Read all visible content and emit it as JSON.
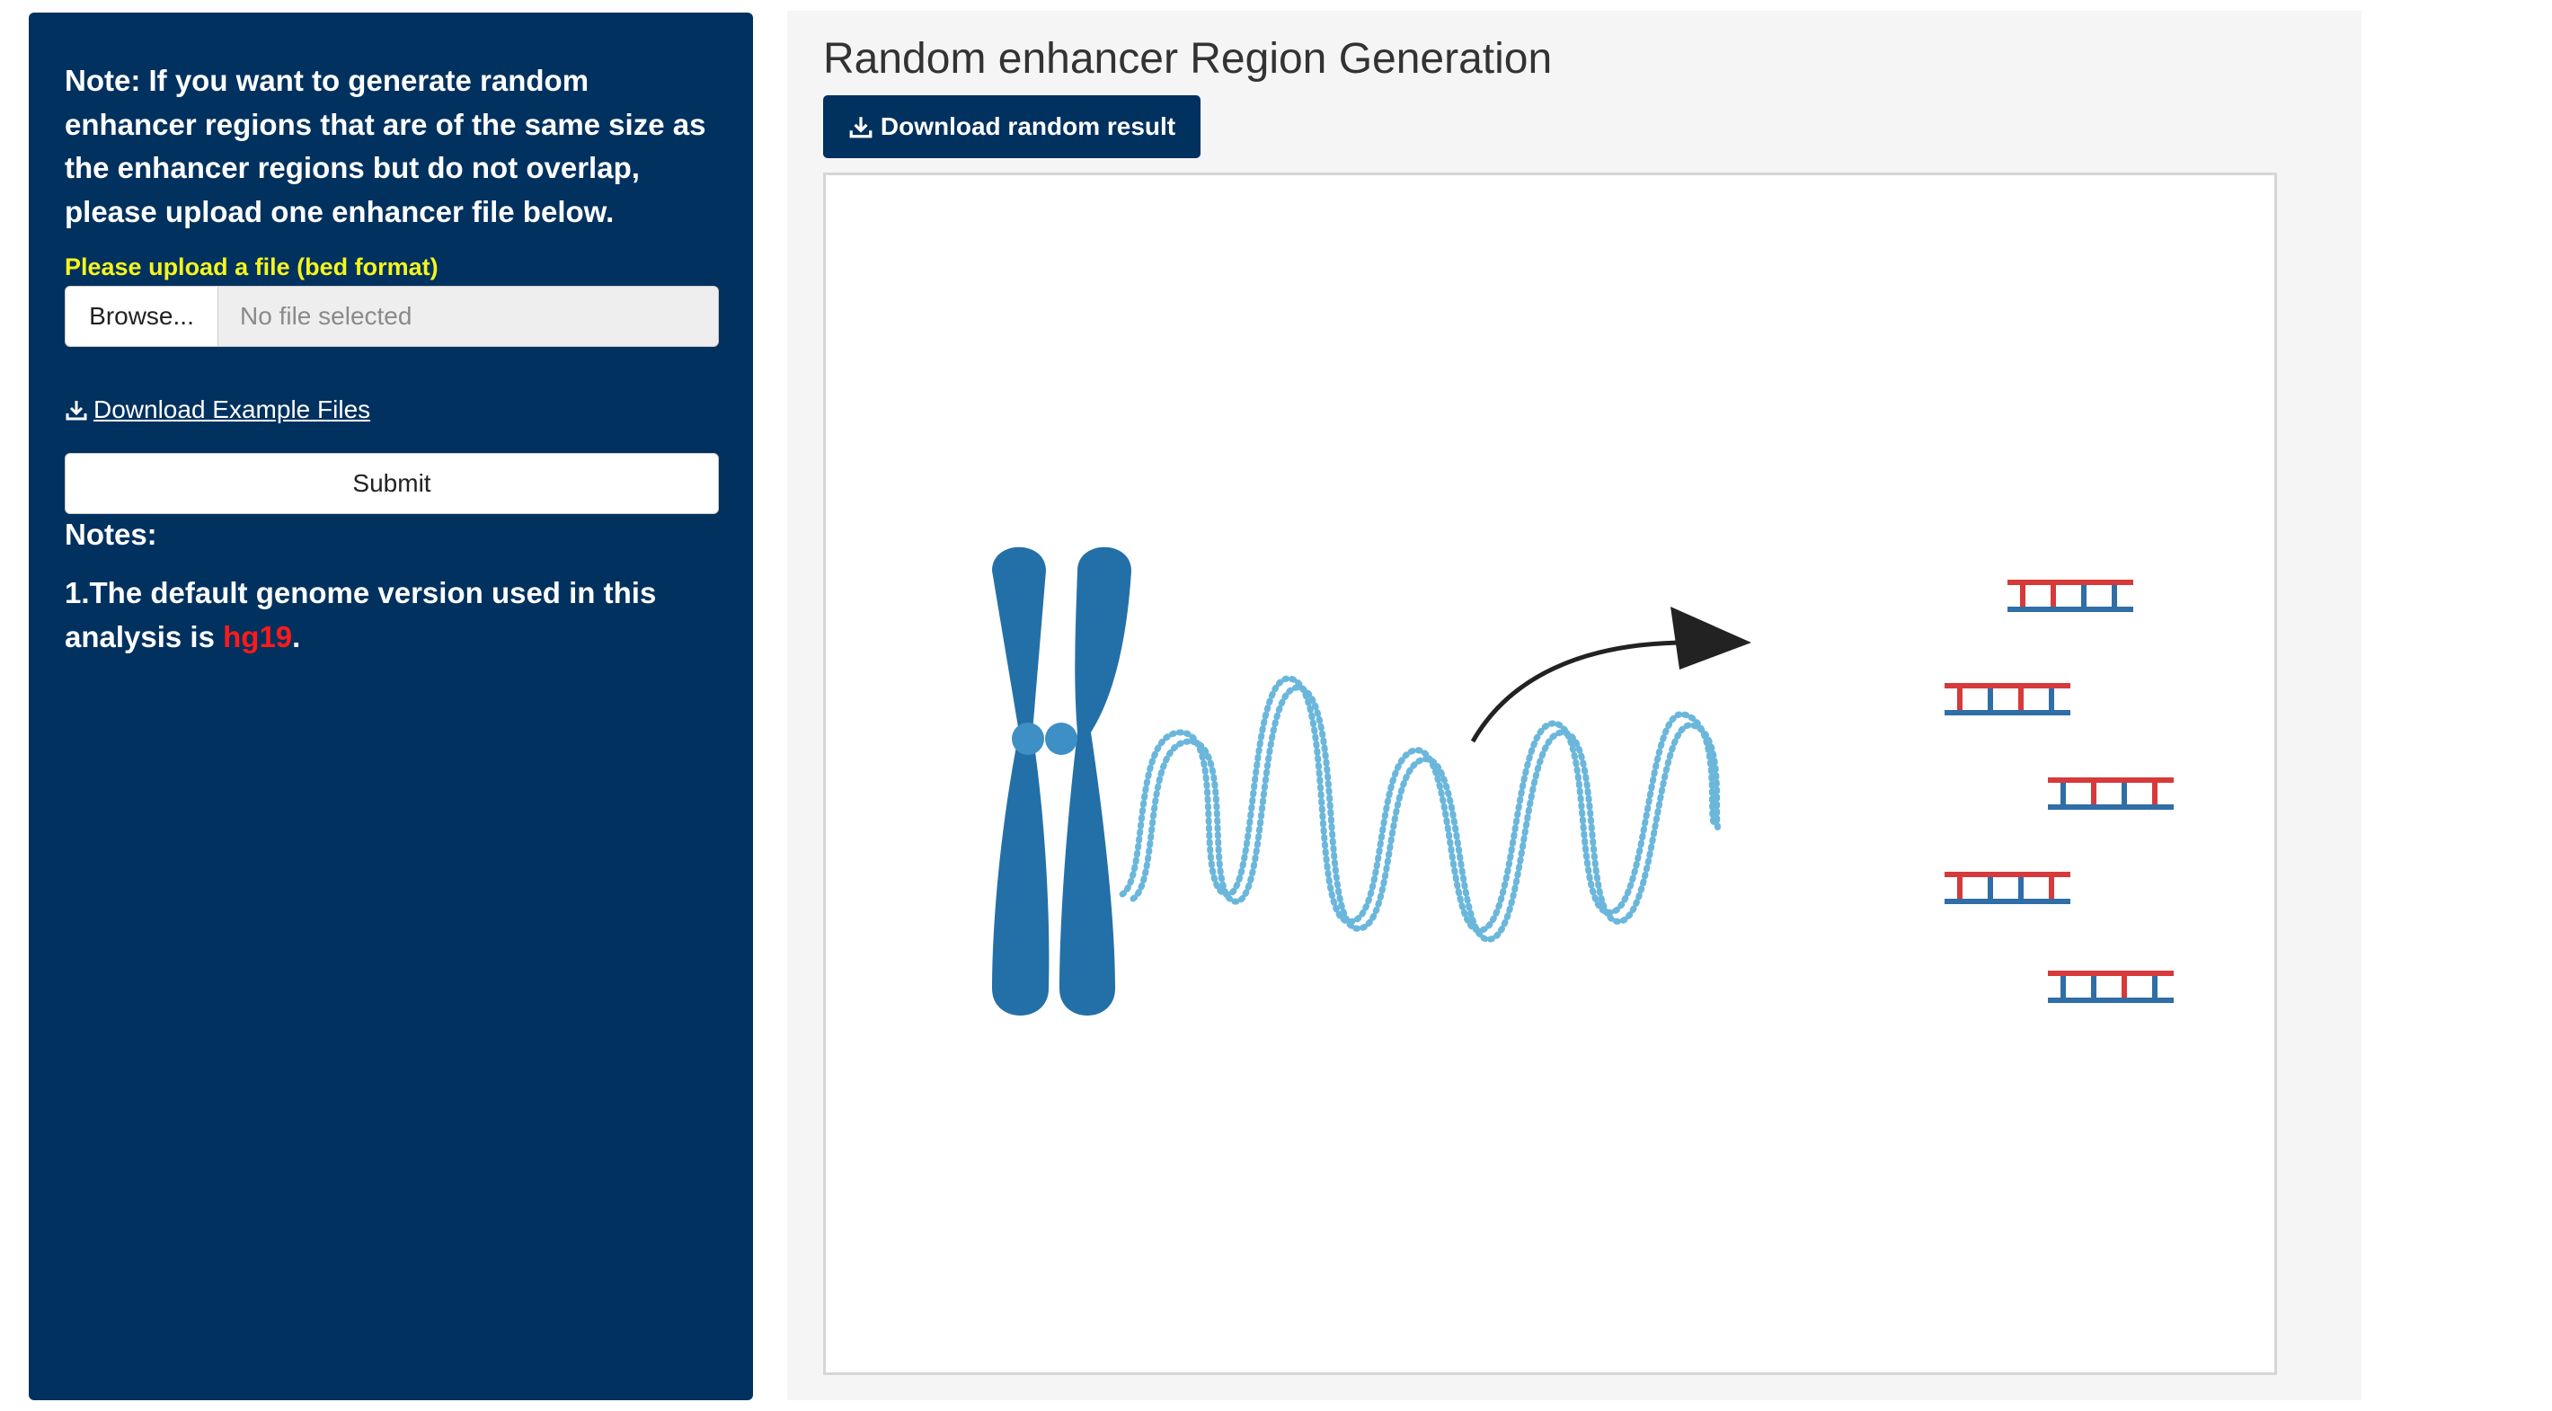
{
  "sidebar": {
    "intro_note": "Note: If you want to generate random enhancer regions that are of the same size as the enhancer regions but do not overlap, please upload one enhancer file below.",
    "upload_label": "Please upload a file (bed format)",
    "browse_label": "Browse...",
    "file_placeholder": "No file selected",
    "example_link": "Download Example Files",
    "submit_label": "Submit",
    "notes_heading": "Notes:",
    "notes_prefix": "1.The default genome version used in this analysis is ",
    "genome_version": "hg19",
    "notes_suffix": ".",
    "icons": [
      "download-icon"
    ]
  },
  "main": {
    "title": "Random enhancer Region Generation",
    "download_label": "Download random result",
    "illustration_icons": [
      "chromosome-icon",
      "dna-strand-icon",
      "arrow-icon",
      "dna-fragment-icon"
    ]
  },
  "colors": {
    "sidebar_bg": "#01315f",
    "upload_label": "#f5f51b",
    "genome_highlight": "#ff1a1a",
    "chromosome": "#2370a8",
    "dna_dots": "#6bb7dc",
    "fragment_red": "#d63a3a",
    "fragment_blue": "#2f6ea6"
  }
}
